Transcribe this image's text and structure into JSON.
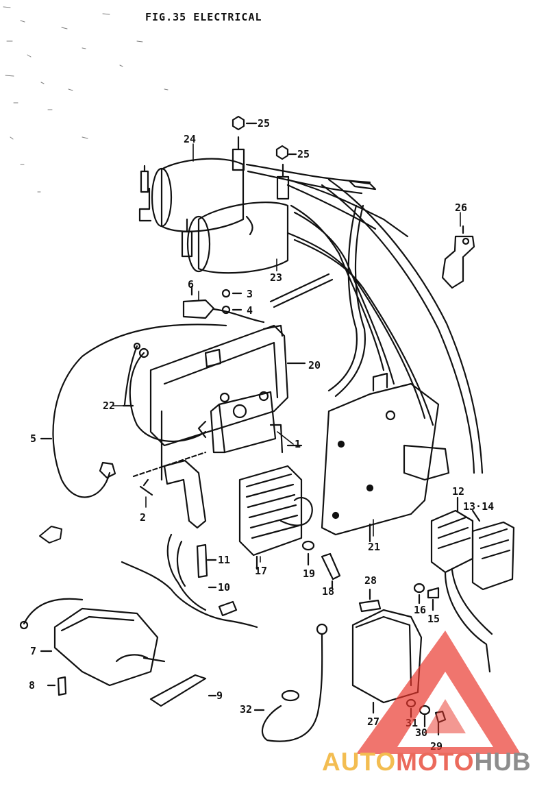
{
  "header": {
    "title": "FIG.35  ELECTRICAL"
  },
  "callouts": [
    "1",
    "2",
    "3",
    "4",
    "5",
    "6",
    "7",
    "8",
    "9",
    "10",
    "11",
    "12",
    "13·14",
    "15",
    "16",
    "17",
    "18",
    "19",
    "20",
    "21",
    "22",
    "23",
    "24",
    "25",
    "25",
    "26",
    "27",
    "28",
    "29",
    "30",
    "31",
    "32"
  ],
  "direction_mark": {
    "icon": "direction-arrow-icon"
  },
  "watermark": {
    "word_parts": [
      "AUTO",
      "MOTO",
      "HUB"
    ],
    "colors": {
      "auto": "#f2b233",
      "moto": "#e85140",
      "hub": "#7a7a7a",
      "triangle": "#e8352a"
    }
  }
}
